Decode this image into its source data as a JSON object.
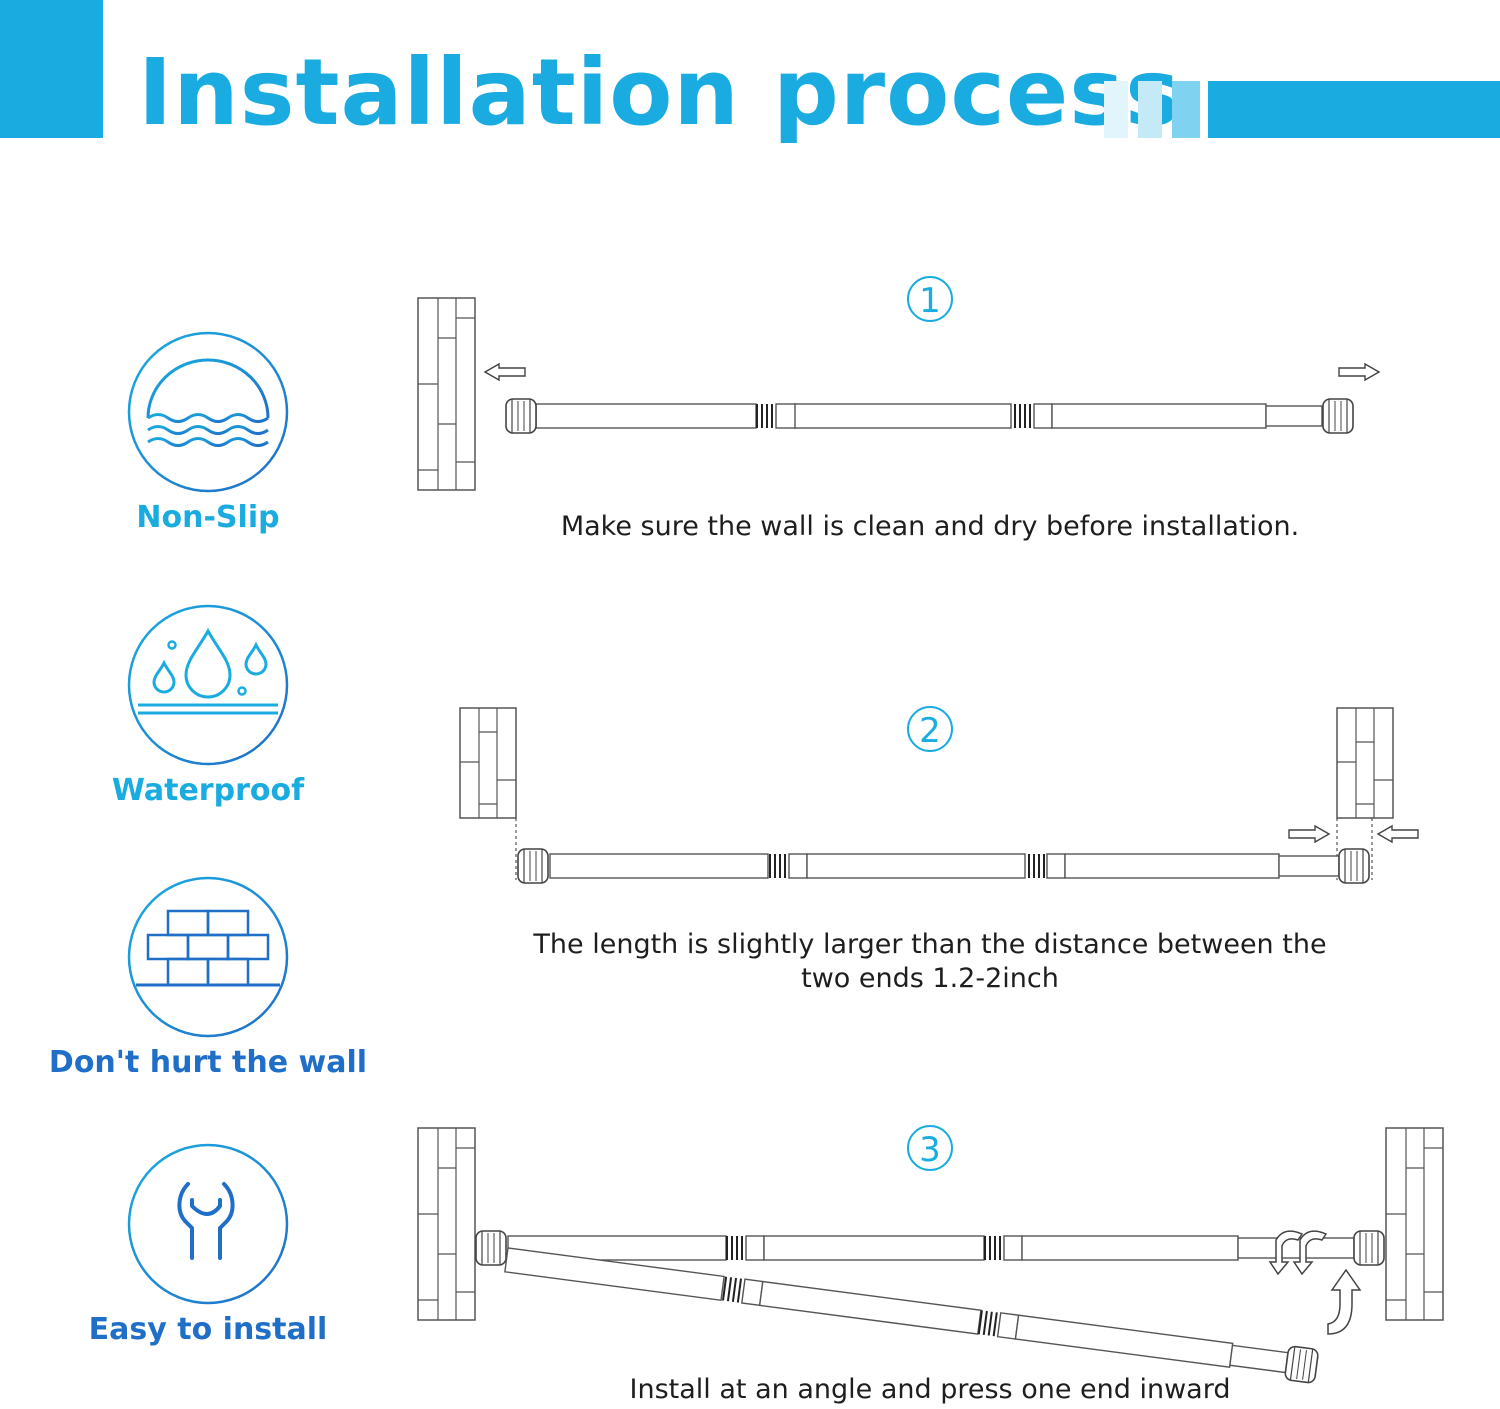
{
  "header": {
    "title": "Installation process"
  },
  "features": [
    {
      "label": "Non-Slip",
      "icon": "waves-icon",
      "color": "#1aace0"
    },
    {
      "label": "Waterproof",
      "icon": "water-drops-icon",
      "color": "#1aace0"
    },
    {
      "label": "Don't hurt the wall",
      "icon": "brick-wall-icon",
      "color": "#1f6ec8"
    },
    {
      "label": "Easy to install",
      "icon": "wrench-icon",
      "color": "#1f6ec8"
    }
  ],
  "steps": [
    {
      "number": "1",
      "caption": "Make sure the wall is clean and dry before installation."
    },
    {
      "number": "2",
      "caption_line1": "The length is slightly larger than the distance between the",
      "caption_line2": "two ends 1.2-2inch"
    },
    {
      "number": "3",
      "caption": "Install at an angle and press one end inward"
    }
  ],
  "colors": {
    "accent": "#1aace0",
    "accent_dark": "#1f6ec8",
    "line": "#555555"
  }
}
